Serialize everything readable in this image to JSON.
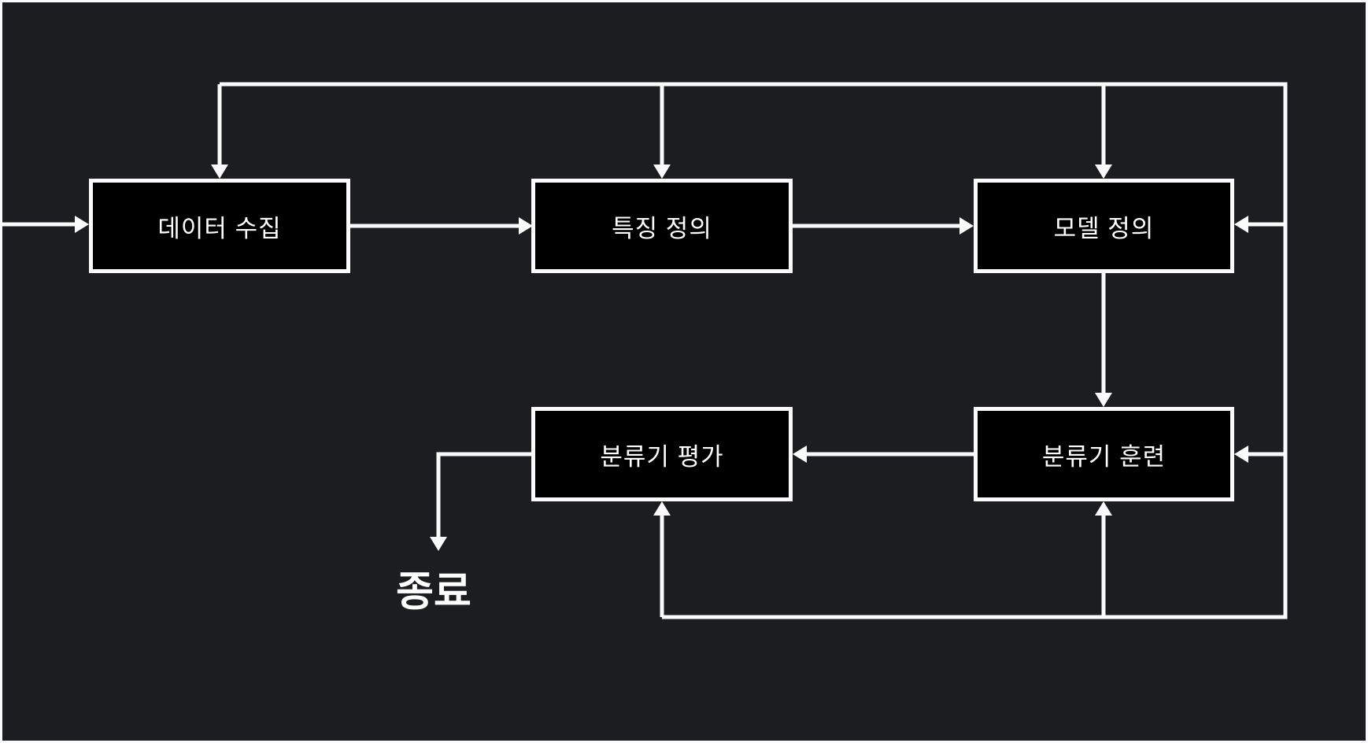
{
  "colors": {
    "background": "#1c1d21",
    "box-fill": "#000000",
    "stroke": "#fafafa",
    "text": "#ffffff"
  },
  "diagram": {
    "title": "",
    "nodes": [
      {
        "id": "data-collection",
        "label": "데이터 수집"
      },
      {
        "id": "feature-definition",
        "label": "특징 정의"
      },
      {
        "id": "model-definition",
        "label": "모델 정의"
      },
      {
        "id": "classifier-training",
        "label": "분류기 훈련"
      },
      {
        "id": "classifier-evaluation",
        "label": "분류기 평가"
      }
    ],
    "end_label": "종료",
    "edges": [
      {
        "from": "external-left",
        "to": "data-collection",
        "direction": "right"
      },
      {
        "from": "data-collection",
        "to": "feature-definition",
        "direction": "right"
      },
      {
        "from": "feature-definition",
        "to": "model-definition",
        "direction": "right"
      },
      {
        "from": "model-definition",
        "to": "classifier-training",
        "direction": "down"
      },
      {
        "from": "classifier-training",
        "to": "classifier-evaluation",
        "direction": "left"
      },
      {
        "from": "classifier-evaluation",
        "to": "end",
        "direction": "down"
      },
      {
        "from": "feedback-bus",
        "to": "data-collection",
        "direction": "down"
      },
      {
        "from": "feedback-bus",
        "to": "feature-definition",
        "direction": "down"
      },
      {
        "from": "feedback-bus",
        "to": "model-definition",
        "direction": "down-and-left"
      },
      {
        "from": "feedback-bus",
        "to": "classifier-training",
        "direction": "left-and-up"
      },
      {
        "from": "feedback-bus",
        "to": "classifier-evaluation",
        "direction": "up"
      }
    ]
  }
}
